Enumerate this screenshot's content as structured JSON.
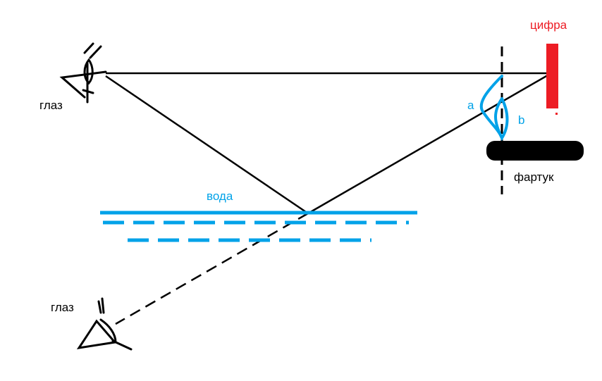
{
  "labels": {
    "eye_top": "глаз",
    "eye_bottom": "глаз",
    "water": "вода",
    "digit": "цифра",
    "apron": "фартук",
    "a": "a",
    "b": "b"
  },
  "colors": {
    "line": "#000000",
    "water": "#00a2e8",
    "digit": "#ed1c24",
    "label_black": "#000000",
    "apron": "#000000"
  }
}
